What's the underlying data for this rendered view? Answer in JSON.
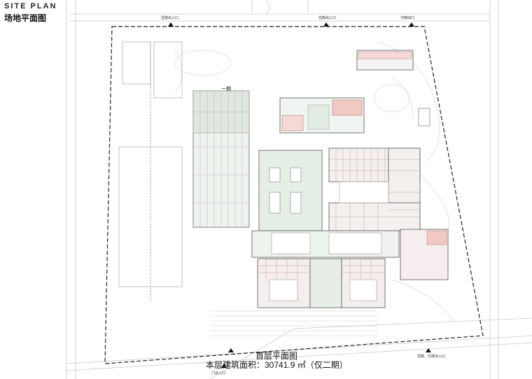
{
  "header": {
    "title_en": "SITE PLAN",
    "title_cn": "场地平面图"
  },
  "entrances": {
    "top_left": "住院出入口",
    "top_mid": "住院出入口",
    "top_right": "污物出口",
    "bottom_right": "住院、行政出入口",
    "bottom_mid": "门诊入口"
  },
  "labels": {
    "phase1": "一期"
  },
  "caption": {
    "line1": "首层平面图",
    "line2": "本层建筑面积：30741.9 ㎡（仅二期）"
  }
}
